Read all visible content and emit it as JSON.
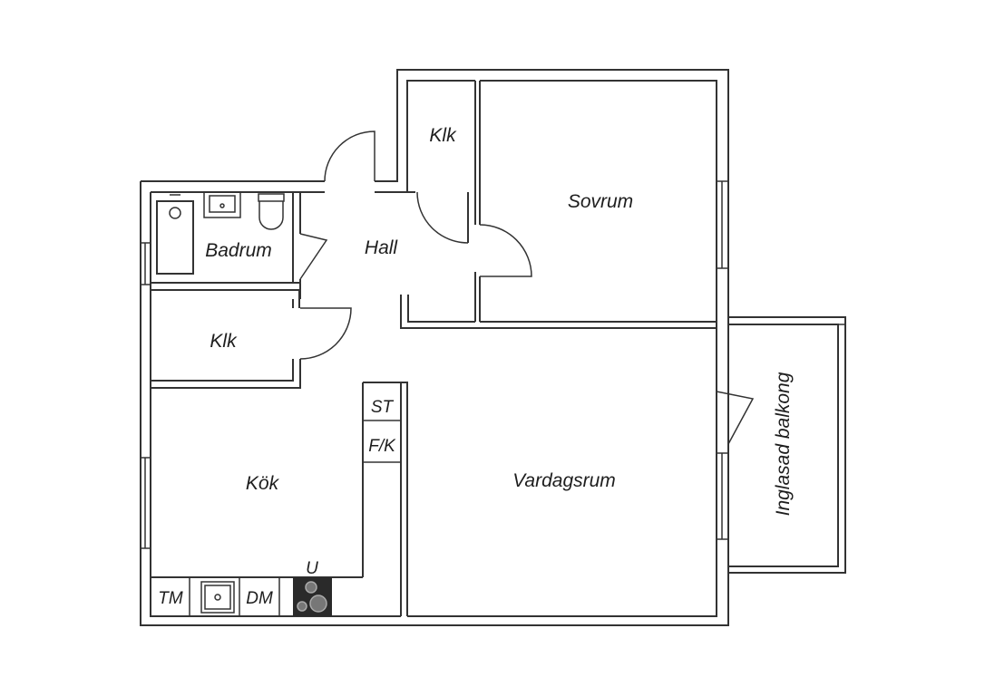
{
  "rooms": {
    "klk_top": "Klk",
    "sovrum": "Sovrum",
    "hall": "Hall",
    "badrum": "Badrum",
    "klk_left": "Klk",
    "kok": "Kök",
    "vardagsrum": "Vardagsrum",
    "balkong": "Inglasad balkong"
  },
  "fixtures": {
    "st": "ST",
    "fk": "F/K",
    "u": "U",
    "tm": "TM",
    "dm": "DM"
  },
  "icons": [
    "sink-icon",
    "toilet-icon",
    "shower-icon",
    "stove-icon",
    "window-icon",
    "door-swing-icon"
  ]
}
